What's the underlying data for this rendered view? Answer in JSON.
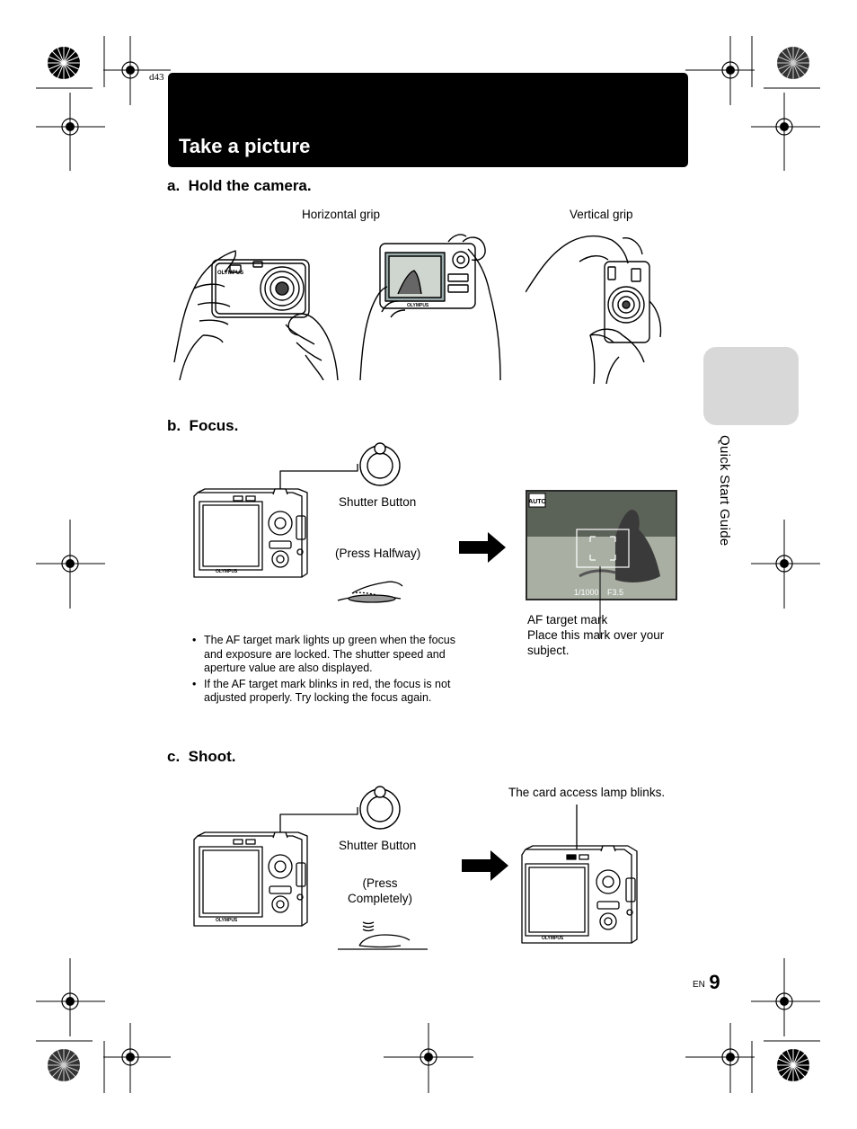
{
  "header": {
    "code_text": "d43",
    "title": "Take a picture"
  },
  "sections": {
    "hold": {
      "heading": "a.  Hold the camera.",
      "horizontal_label": "Horizontal grip",
      "vertical_label": "Vertical grip"
    },
    "focus": {
      "heading": "b.  Focus.",
      "shutter_label": "Shutter Button",
      "press_label": "(Press Halfway)",
      "screen_readout": {
        "mode_badge": "AUTO",
        "shutter_speed": "1/1000",
        "aperture": "F3.5"
      },
      "af_caption_line1": "AF target mark",
      "af_caption_line2": "Place this mark over your subject.",
      "notes": [
        "The AF target mark lights up green when the focus and exposure are locked. The shutter speed and aperture value are also displayed.",
        "If the AF target mark blinks in red, the focus is not adjusted properly. Try locking the focus again."
      ]
    },
    "shoot": {
      "heading": "c.  Shoot.",
      "shutter_label": "Shutter Button",
      "press_label": "(Press Completely)",
      "lamp_caption": "The card access lamp blinks."
    }
  },
  "side_tab": {
    "label": "Quick Start Guide"
  },
  "footer": {
    "lang": "EN",
    "page_number": "9"
  },
  "brand_text": "OLYMPUS"
}
